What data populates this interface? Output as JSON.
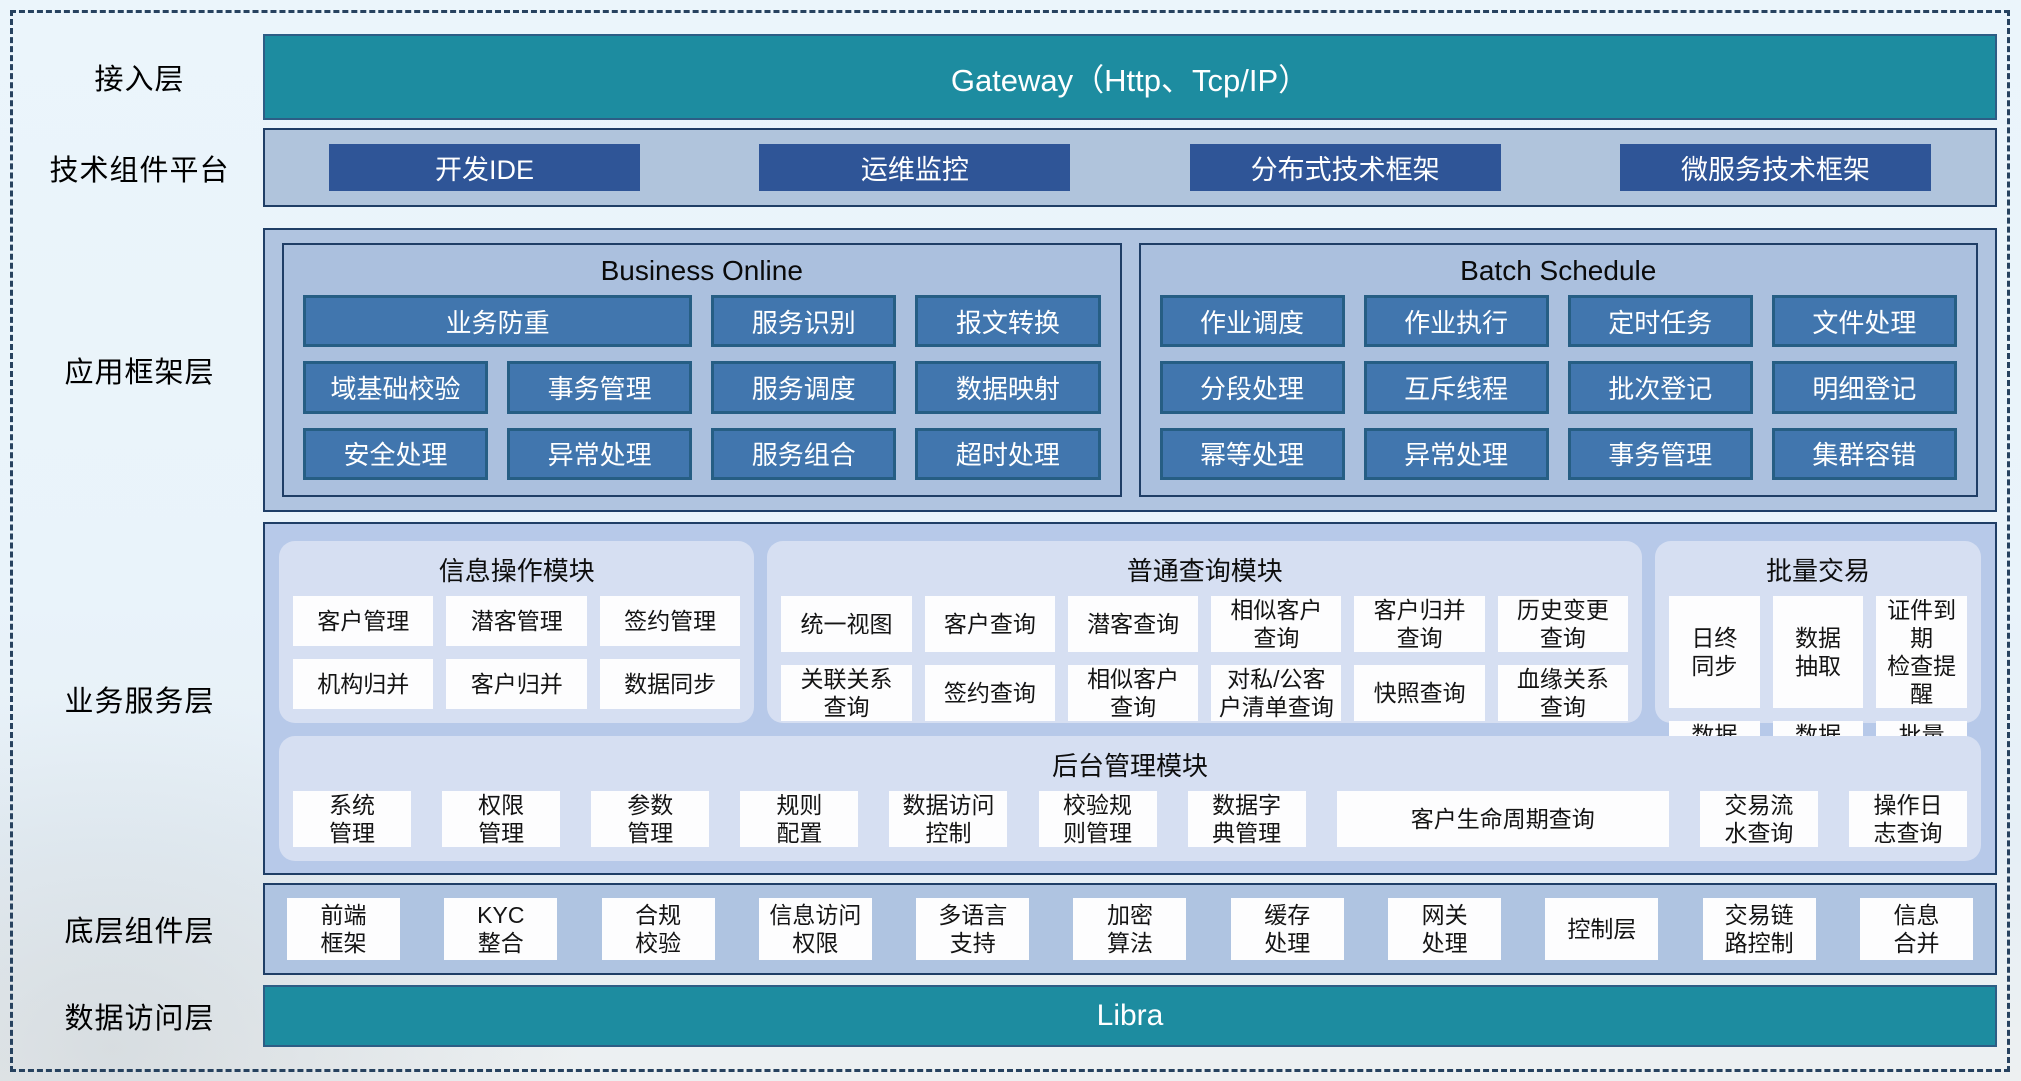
{
  "colors": {
    "teal": "#1d8ca0",
    "dark_blue_button": "#2f5597",
    "steel_blue_button": "#4176ae",
    "panel_steel": "#b0c4e0",
    "panel_periwinkle": "#b7c9e9",
    "module_light": "#d6dff2",
    "navy_border": "#1f3e66"
  },
  "layers": {
    "access": {
      "label": "接入层",
      "gateway": "Gateway（Http、Tcp/IP）"
    },
    "tech": {
      "label": "技术组件平台",
      "items": [
        "开发IDE",
        "运维监控",
        "分布式技术框架",
        "微服务技术框架"
      ]
    },
    "app": {
      "label": "应用框架层",
      "online": {
        "title": "Business Online",
        "row0": [
          "业务防重",
          "服务识别",
          "报文转换"
        ],
        "row1": [
          "域基础校验",
          "事务管理",
          "服务调度",
          "数据映射"
        ],
        "row2": [
          "安全处理",
          "异常处理",
          "服务组合",
          "超时处理"
        ]
      },
      "batch": {
        "title": "Batch Schedule",
        "row0": [
          "作业调度",
          "作业执行",
          "定时任务",
          "文件处理"
        ],
        "row1": [
          "分段处理",
          "互斥线程",
          "批次登记",
          "明细登记"
        ],
        "row2": [
          "幂等处理",
          "异常处理",
          "事务管理",
          "集群容错"
        ]
      }
    },
    "service": {
      "label": "业务服务层",
      "info": {
        "title": "信息操作模块",
        "row0": [
          "客户管理",
          "潜客管理",
          "签约管理"
        ],
        "row1": [
          "机构归并",
          "客户归并",
          "数据同步"
        ]
      },
      "query": {
        "title": "普通查询模块",
        "row0": [
          "统一视图",
          "客户查询",
          "潜客查询",
          "相似客户\n查询",
          "客户归并\n查询",
          "历史变更\n查询"
        ],
        "row1": [
          "关联关系\n查询",
          "签约查询",
          "相似客户\n查询",
          "对私/公客\n户清单查询",
          "快照查询",
          "血缘关系\n查询"
        ]
      },
      "batch": {
        "title": "批量交易",
        "row0": [
          "日终\n同步",
          "数据\n抽取",
          "证件到期\n检查提醒"
        ],
        "row1": [
          "数据\n转换",
          "数据\n装载",
          "批量\n开户"
        ]
      },
      "admin": {
        "title": "后台管理模块",
        "items": [
          "系统\n管理",
          "权限\n管理",
          "参数\n管理",
          "规则\n配置",
          "数据访问\n控制",
          "校验规\n则管理",
          "数据字\n典管理",
          "客户生命周期查询",
          "交易流\n水查询",
          "操作日\n志查询"
        ]
      }
    },
    "base": {
      "label": "底层组件层",
      "items": [
        "前端\n框架",
        "KYC\n整合",
        "合规\n校验",
        "信息访问\n权限",
        "多语言\n支持",
        "加密\n算法",
        "缓存\n处理",
        "网关\n处理",
        "控制层",
        "交易链\n路控制",
        "信息\n合并"
      ]
    },
    "data": {
      "label": "数据访问层",
      "bar": "Libra"
    }
  }
}
